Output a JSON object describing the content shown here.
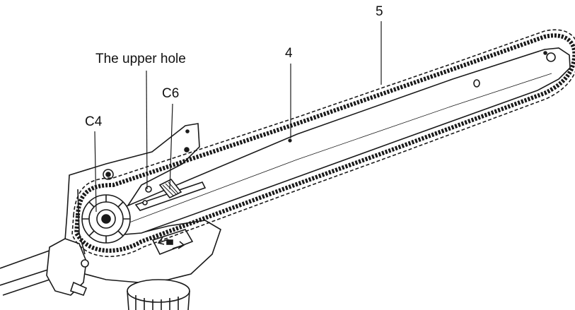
{
  "labels": {
    "upper_hole": "The upper hole",
    "c6": "C6",
    "c4": "C4",
    "bar": "4",
    "chain": "5"
  },
  "colors": {
    "line": "#1a1a1a",
    "fill": "#ffffff",
    "shade": "#e8e8e8"
  }
}
